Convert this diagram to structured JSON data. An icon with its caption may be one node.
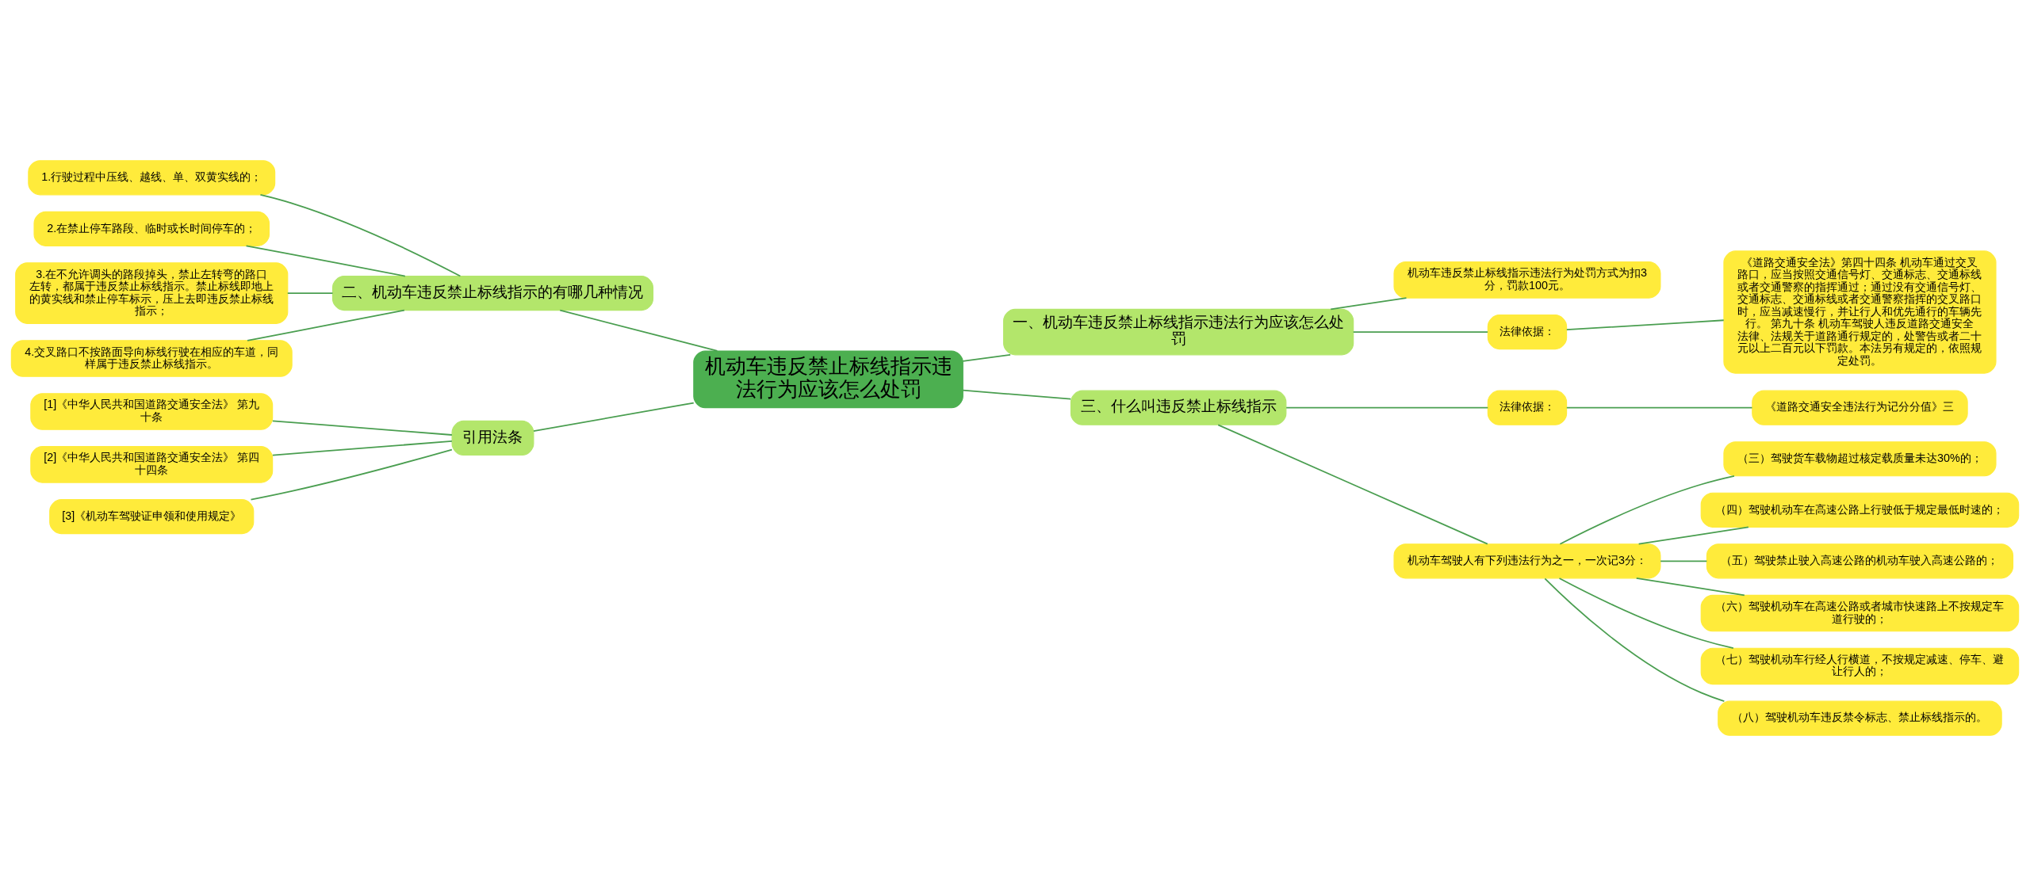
{
  "diagram": {
    "nodes": [
      {
        "text": [
          "机动车违反禁止标线指示违法行为应该怎么处罚"
        ]
      },
      {
        "text": [
          "二、机动车违反禁止标线指示的有哪几种情况"
        ]
      },
      {
        "text": [
          "1.行驶过程中压线、越线、单、双黄实线的；"
        ]
      },
      {
        "text": [
          "2.在禁止停车路段、临时或长时间停车的；"
        ]
      },
      {
        "text": [
          "3.在不允许调头的路段掉头，禁止左转弯的路口左转，都属于违反禁止标线指示。禁止标线即地上的黄实线和禁止停车标示，压上去即违反禁止标线指示；"
        ]
      },
      {
        "text": [
          "4.交叉路口不按路面导向标线行驶在相应的车道，同样属于违反禁止标线指示。"
        ]
      },
      {
        "text": [
          "引用法条"
        ]
      },
      {
        "text": [
          "[1]《中华人民共和国道路交通安全法》 第九十条"
        ]
      },
      {
        "text": [
          "[2]《中华人民共和国道路交通安全法》 第四十四条"
        ]
      },
      {
        "text": [
          "[3]《机动车驾驶证申领和使用规定》"
        ]
      },
      {
        "text": [
          "一、机动车违反禁止标线指示违法行为应该怎么处罚"
        ]
      },
      {
        "text": [
          "机动车违反禁止标线指示违法行为处罚方式为扣3分，罚款100元。"
        ]
      },
      {
        "text": [
          "法律依据："
        ]
      },
      {
        "text": [
          "《道路交通安全法》第四十四条 机动车通过交叉路口，应当按照交通信号灯、交通标志、交通标线或者交通警察的指挥通过；通过没有交通信号灯、交通标志、交通标线或者交通警察指挥的交叉路口时，应当减速慢行，并让行人和优先通行的车辆先行。 第九十条 机动车驾驶人违反道路交通安全法律、法规关于道路通行规定的，处警告或者二十元以上二百元以下罚款。本法另有规定的，依照规定处罚。"
        ]
      },
      {
        "text": [
          "三、什么叫违反禁止标线指示"
        ]
      },
      {
        "text": [
          "法律依据："
        ]
      },
      {
        "text": [
          "《道路交通安全违法行为记分分值》三"
        ]
      },
      {
        "text": [
          "机动车驾驶人有下列违法行为之一，一次记3分："
        ]
      },
      {
        "text": [
          "（三）驾驶货车载物超过核定载质量未达30%的；"
        ]
      },
      {
        "text": [
          "（四）驾驶机动车在高速公路上行驶低于规定最低时速的；"
        ]
      },
      {
        "text": [
          "（五）驾驶禁止驶入高速公路的机动车驶入高速公路的；"
        ]
      },
      {
        "text": [
          "（六）驾驶机动车在高速公路或者城市快速路上不按规定车道行驶的；"
        ]
      },
      {
        "text": [
          "（七）驾驶机动车行经人行横道，不按规定减速、停车、避让行人的；"
        ]
      },
      {
        "text": [
          "（八）驾驶机动车违反禁令标志、禁止标线指示的。"
        ]
      }
    ],
    "edges": [
      {
        "from": 0,
        "to": 1,
        "arrow": "none"
      },
      {
        "from": 1,
        "to": 2,
        "arrow": "none"
      },
      {
        "from": 1,
        "to": 3,
        "arrow": "none"
      },
      {
        "from": 1,
        "to": 4,
        "arrow": "none"
      },
      {
        "from": 1,
        "to": 5,
        "arrow": "none"
      },
      {
        "from": 0,
        "to": 6,
        "arrow": "none"
      },
      {
        "from": 6,
        "to": 7,
        "arrow": "none"
      },
      {
        "from": 6,
        "to": 8,
        "arrow": "none"
      },
      {
        "from": 6,
        "to": 9,
        "arrow": "none"
      },
      {
        "from": 0,
        "to": 10,
        "arrow": "none"
      },
      {
        "from": 10,
        "to": 11,
        "arrow": "none"
      },
      {
        "from": 10,
        "to": 12,
        "arrow": "none"
      },
      {
        "from": 12,
        "to": 13,
        "arrow": "none"
      },
      {
        "from": 0,
        "to": 14,
        "arrow": "none"
      },
      {
        "from": 14,
        "to": 15,
        "arrow": "none"
      },
      {
        "from": 15,
        "to": 16,
        "arrow": "none"
      },
      {
        "from": 14,
        "to": 17,
        "arrow": "none"
      },
      {
        "from": 17,
        "to": 18,
        "arrow": "none"
      },
      {
        "from": 17,
        "to": 19,
        "arrow": "none"
      },
      {
        "from": 17,
        "to": 20,
        "arrow": "none"
      },
      {
        "from": 17,
        "to": 21,
        "arrow": "none"
      },
      {
        "from": 17,
        "to": 22,
        "arrow": "none"
      },
      {
        "from": 17,
        "to": 23,
        "arrow": "none"
      }
    ]
  }
}
